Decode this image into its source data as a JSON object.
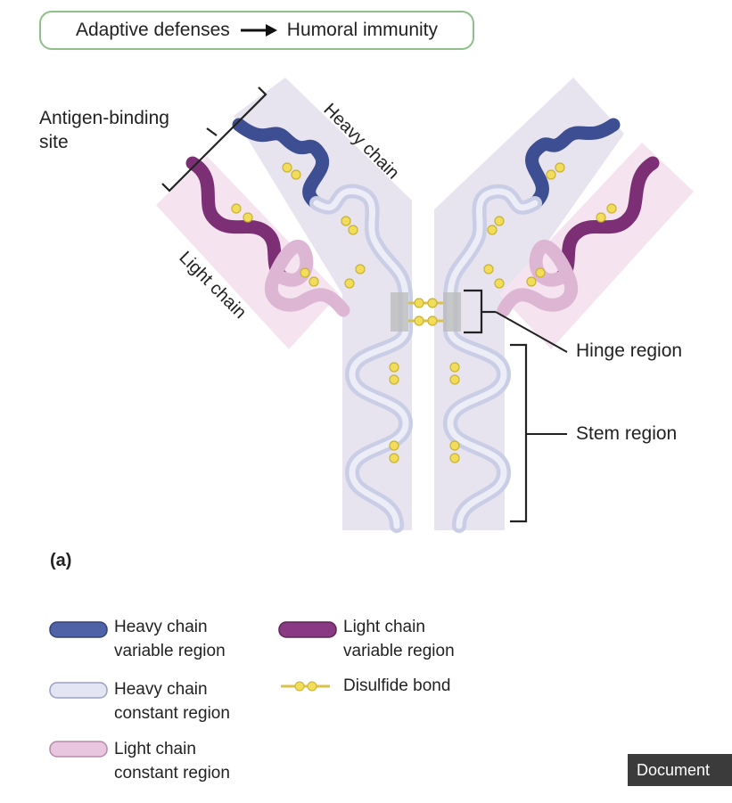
{
  "header": {
    "left": "Adaptive defenses",
    "right": "Humoral immunity"
  },
  "labels": {
    "antigen_binding_line1": "Antigen-binding",
    "antigen_binding_line2": "site",
    "heavy_chain": "Heavy chain",
    "light_chain": "Light chain",
    "hinge_region": "Hinge region",
    "stem_region": "Stem region"
  },
  "panel_label": "(a)",
  "legend": [
    {
      "line1": "Heavy chain",
      "line2": "variable region"
    },
    {
      "line1": "Heavy chain",
      "line2": "constant region"
    },
    {
      "line1": "Light chain",
      "line2": "constant region"
    },
    {
      "line1": "Light chain",
      "line2": "variable region"
    },
    {
      "line1": "Disulfide bond",
      "line2": ""
    }
  ],
  "colors": {
    "heavy_variable": "#4f63a6",
    "heavy_constant": "#d6d8ec",
    "light_variable": "#8a3a82",
    "light_constant": "#e8c6e0",
    "disulfide": "#f2dd5a",
    "arm_bg": "#e7e3ef",
    "light_bg": "#f5e4ef"
  },
  "badge": "Document"
}
